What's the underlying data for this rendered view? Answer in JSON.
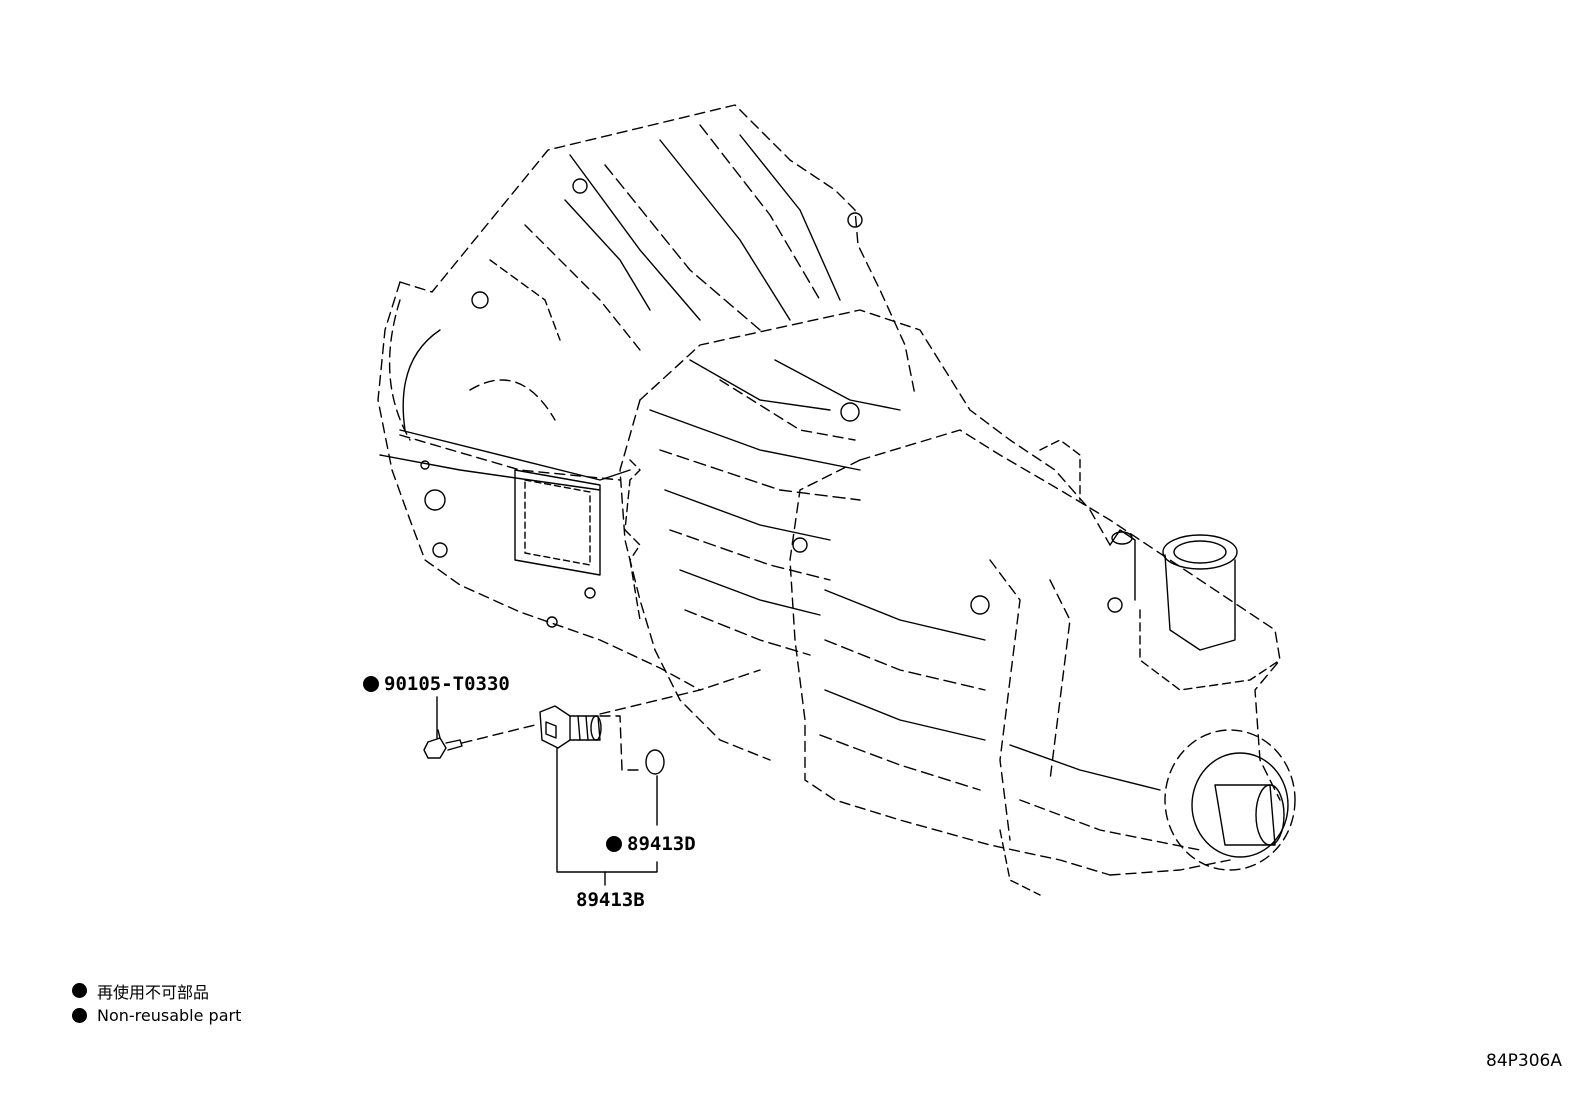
{
  "parts": {
    "bolt": {
      "number": "90105-T0330",
      "non_reusable": true
    },
    "gasket": {
      "number": "89413D",
      "non_reusable": true
    },
    "sensor": {
      "number": "89413B",
      "non_reusable": false
    }
  },
  "legend": {
    "items": [
      {
        "label": "再使用不可部品"
      },
      {
        "label": "Non-reusable part"
      }
    ]
  },
  "figure_code": "84P306A"
}
